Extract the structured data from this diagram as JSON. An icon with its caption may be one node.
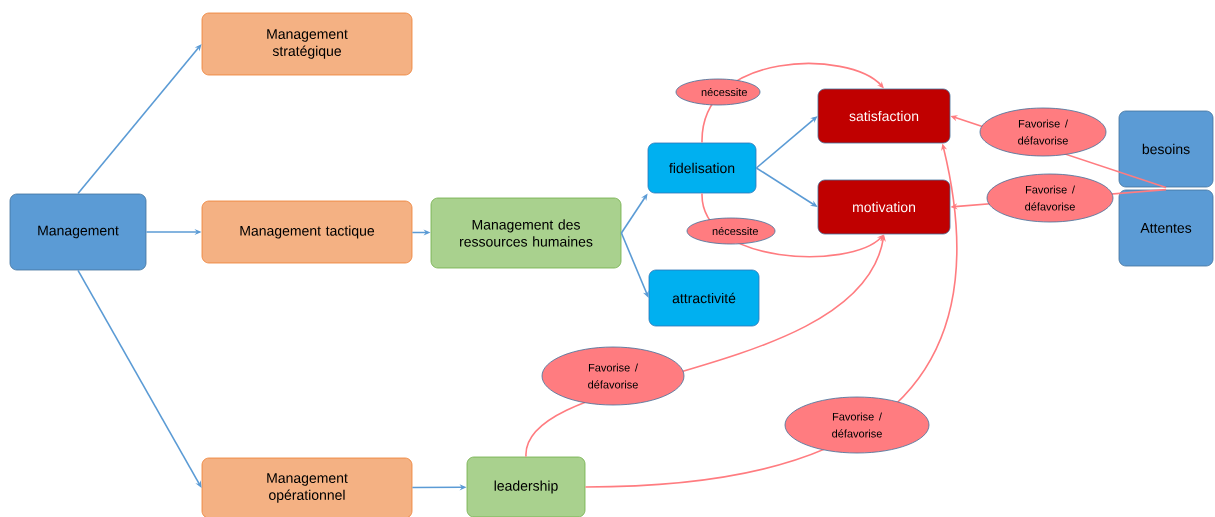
{
  "diagram": {
    "nodes": [
      {
        "text": [
          "Management"
        ]
      },
      {
        "text": [
          "Management stratégique"
        ]
      },
      {
        "text": [
          "Management tactique"
        ]
      },
      {
        "text": [
          "Management opérationnel"
        ]
      },
      {
        "text": [
          "Management des ressources humaines"
        ]
      },
      {
        "text": [
          "fidelisation"
        ]
      },
      {
        "text": [
          "attractivité"
        ]
      },
      {
        "text": [
          "satisfaction"
        ]
      },
      {
        "text": [
          "motivation"
        ]
      },
      {
        "text": [
          "besoins"
        ]
      },
      {
        "text": [
          "Attentes"
        ]
      },
      {
        "text": [
          "leadership"
        ]
      }
    ],
    "edges": [
      {
        "from": 0,
        "to": 1,
        "arrow": "to"
      },
      {
        "from": 0,
        "to": 2,
        "arrow": "to"
      },
      {
        "from": 0,
        "to": 3,
        "arrow": "to"
      },
      {
        "from": 2,
        "to": 4,
        "arrow": "to"
      },
      {
        "from": 3,
        "to": 11,
        "arrow": "to"
      },
      {
        "from": 4,
        "to": 5,
        "arrow": "to"
      },
      {
        "from": 4,
        "to": 6,
        "arrow": "to"
      },
      {
        "from": 5,
        "to": 7,
        "arrow": "to"
      },
      {
        "from": 5,
        "to": 8,
        "arrow": "to"
      },
      {
        "from": 5,
        "to": 7,
        "arrow": "to",
        "label": "nécessite",
        "color": "#ff7c80"
      },
      {
        "from": 5,
        "to": 8,
        "arrow": "to",
        "label": "nécessite",
        "color": "#ff7c80"
      },
      {
        "from": 11,
        "to": 8,
        "arrow": "to",
        "label": "Favorise / défavorise",
        "color": "#ff7c80"
      },
      {
        "from": 11,
        "to": 7,
        "arrow": "to",
        "label": "Favorise / défavorise",
        "color": "#ff7c80"
      },
      {
        "from": 9,
        "to": 7,
        "arrow": "to",
        "label": "Favorise / défavorise",
        "color": "#ff7c80"
      },
      {
        "from": 10,
        "to": 8,
        "arrow": "to",
        "label": "Favorise / défavorise",
        "color": "#ff7c80"
      }
    ]
  }
}
